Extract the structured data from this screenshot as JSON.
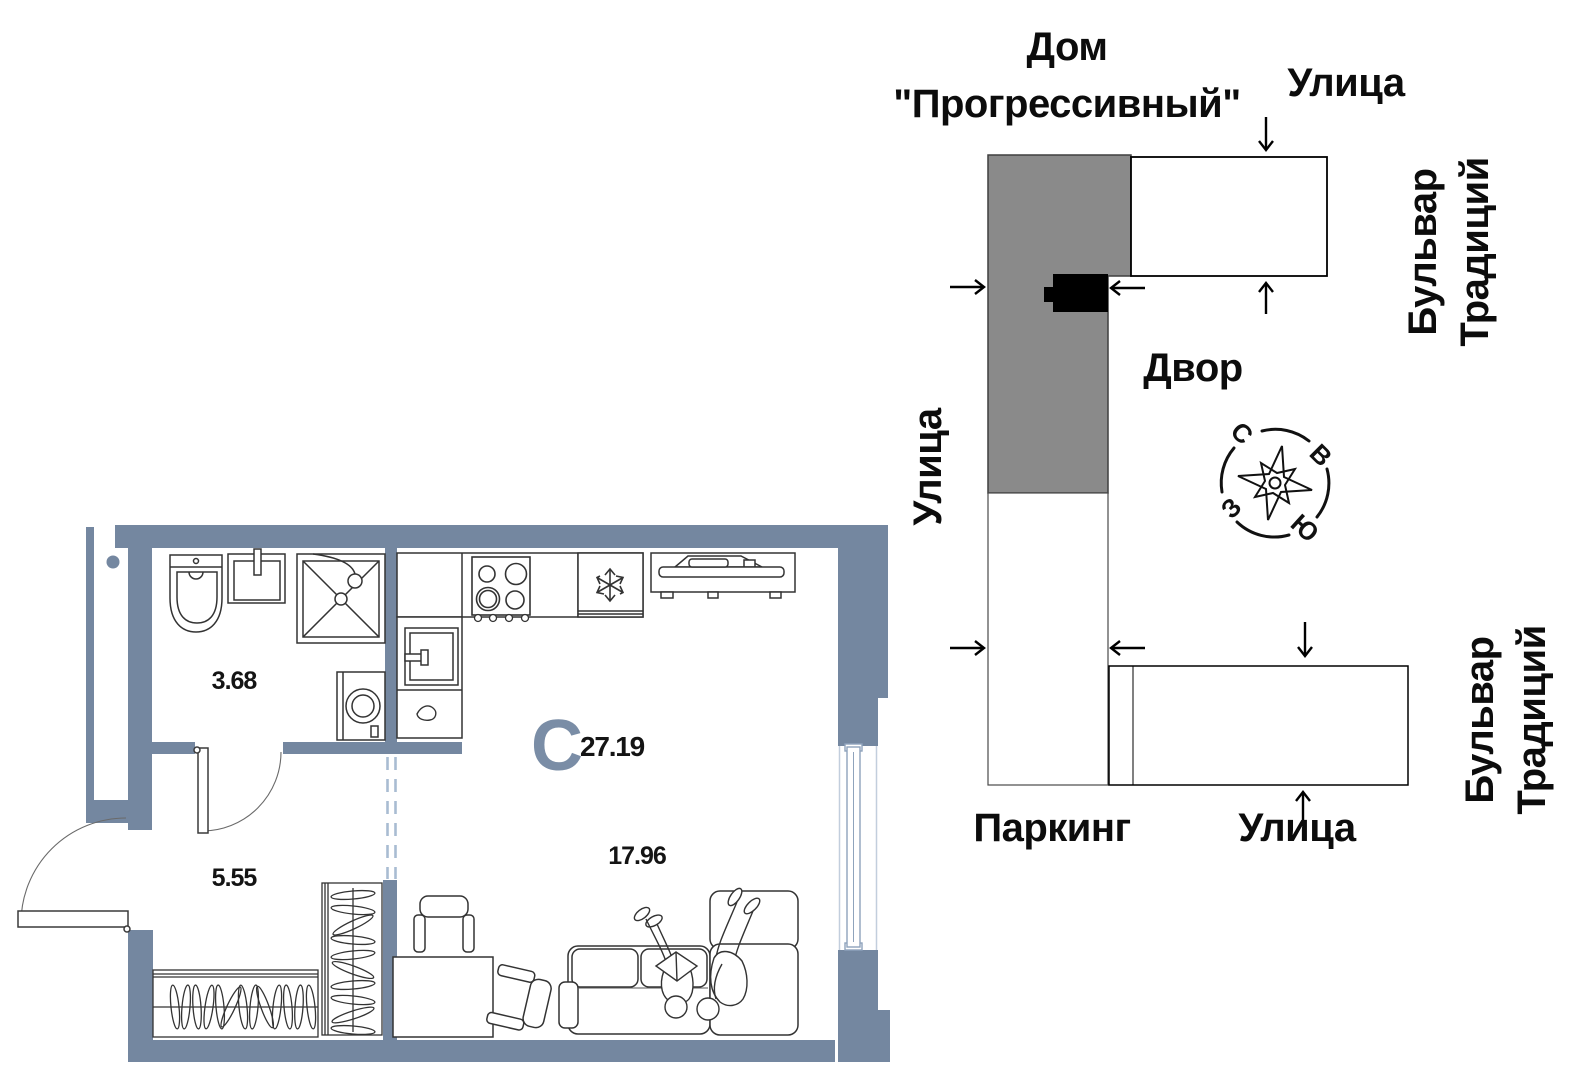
{
  "floor_plan": {
    "unit_type_letter": "С",
    "total_area": "27.19",
    "rooms": [
      {
        "id": "bathroom",
        "area": "3.68"
      },
      {
        "id": "hallway",
        "area": "5.55"
      },
      {
        "id": "living_kitchen",
        "area": "17.96"
      }
    ],
    "colors": {
      "wall": "#7487A0",
      "glazing": "#A9BCD2",
      "furniture_line": "#333333"
    }
  },
  "site_plan": {
    "building_name_line1": "Дом",
    "building_name_line2": "\"Прогрессивный\"",
    "street_top": "Улица",
    "street_left": "Улица",
    "street_bottom": "Улица",
    "boulevard_line1": "Бульвар",
    "boulevard_line2": "Традиций",
    "courtyard": "Двор",
    "parking": "Паркинг",
    "compass": {
      "north": "С",
      "east": "В",
      "west": "З",
      "south": "Ю"
    },
    "colors": {
      "building_fill": "#8A8A8A",
      "unit_marker": "#000000"
    }
  }
}
